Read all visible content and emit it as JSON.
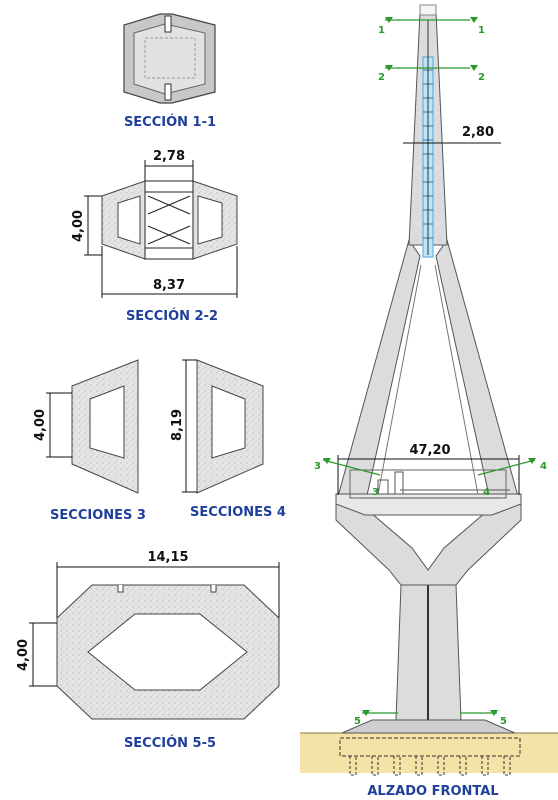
{
  "sections": {
    "s11": {
      "title": "SECCIÓN 1-1"
    },
    "s22": {
      "title": "SECCIÓN 2-2",
      "dim_top": "2,78",
      "dim_left": "4,00",
      "dim_bottom": "8,37"
    },
    "s3": {
      "title": "SECCIONES 3",
      "dim_left": "4,00"
    },
    "s4": {
      "title": "SECCIONES 4",
      "dim_left": "8,19"
    },
    "s55": {
      "title": "SECCIÓN 5-5",
      "dim_top": "14,15",
      "dim_left": "4,00"
    }
  },
  "elevation": {
    "title": "ALZADO FRONTAL",
    "dim_mast": "2,80",
    "dim_span": "47,20",
    "cut_labels": {
      "c1": "1",
      "c2": "2",
      "c3": "3",
      "c4": "4",
      "c5": "5"
    }
  },
  "colors": {
    "label": "#1f3f9a",
    "section_marker": "#2a9a2a",
    "concrete": "#dcdcdc",
    "cable_anchors": "#4aa8e0",
    "ground": "#f3e3a6"
  }
}
